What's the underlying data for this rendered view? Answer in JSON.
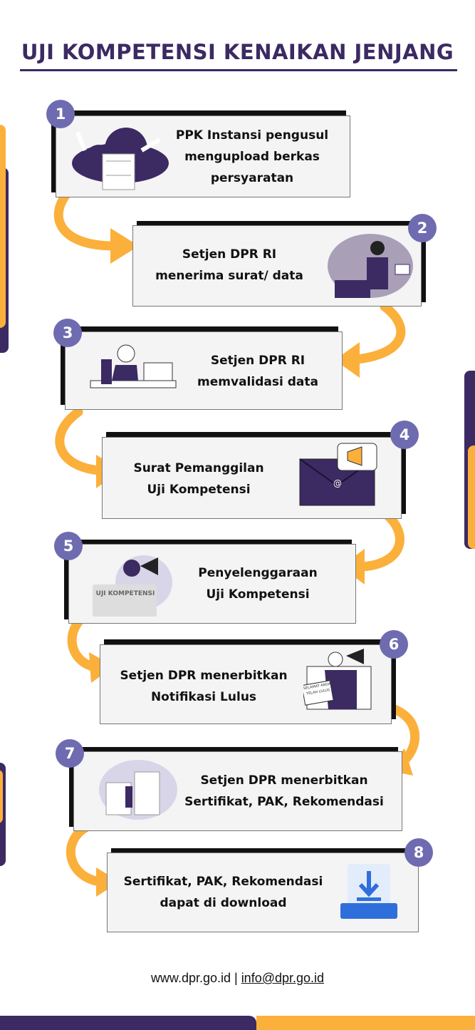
{
  "title": "UJI KOMPETENSI KENAIKAN JENJANG",
  "steps": [
    {
      "number": "1",
      "lines": [
        "PPK Instansi pengusul",
        "mengupload berkas",
        "persyaratan"
      ]
    },
    {
      "number": "2",
      "lines": [
        "Setjen DPR RI",
        "menerima surat/ data"
      ]
    },
    {
      "number": "3",
      "lines": [
        "Setjen DPR RI",
        "memvalidasi data"
      ]
    },
    {
      "number": "4",
      "lines": [
        "Surat Pemanggilan",
        "Uji Kompetensi"
      ]
    },
    {
      "number": "5",
      "lines": [
        "Penyelenggaraan",
        "Uji Kompetensi"
      ],
      "illustration_text": "UJI KOMPETENSI"
    },
    {
      "number": "6",
      "lines": [
        "Setjen DPR menerbitkan",
        "Notifikasi Lulus"
      ],
      "illustration_text": "SELAMAT ANDA TELAH LULUS"
    },
    {
      "number": "7",
      "lines": [
        "Setjen DPR menerbitkan",
        "Sertifikat, PAK, Rekomendasi"
      ]
    },
    {
      "number": "8",
      "lines": [
        "Sertifikat, PAK, Rekomendasi",
        "dapat di download"
      ]
    }
  ],
  "footer": {
    "website": "www.dpr.go.id",
    "separator": " | ",
    "email": "info@dpr.go.id"
  },
  "colors": {
    "purple": "#3C2A63",
    "orange": "#FBB03B",
    "badge": "#6E6BB0"
  }
}
